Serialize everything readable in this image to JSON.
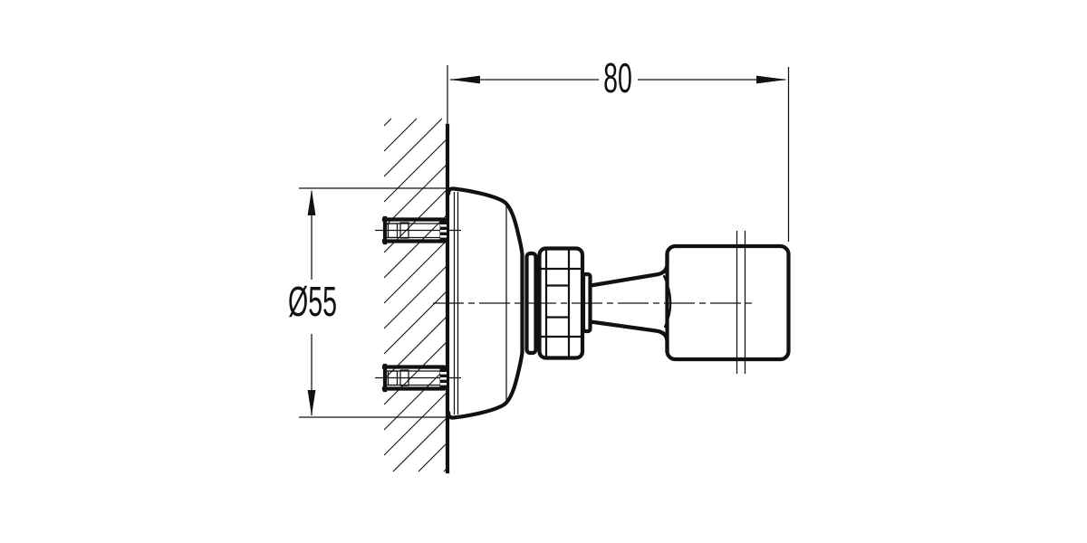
{
  "drawing": {
    "dimensions": {
      "width_mm": {
        "label": "80",
        "value": 80
      },
      "diameter_mm": {
        "label": "Ø55",
        "value": 55
      }
    },
    "colors": {
      "line": "#111111",
      "background": "#ffffff"
    }
  }
}
